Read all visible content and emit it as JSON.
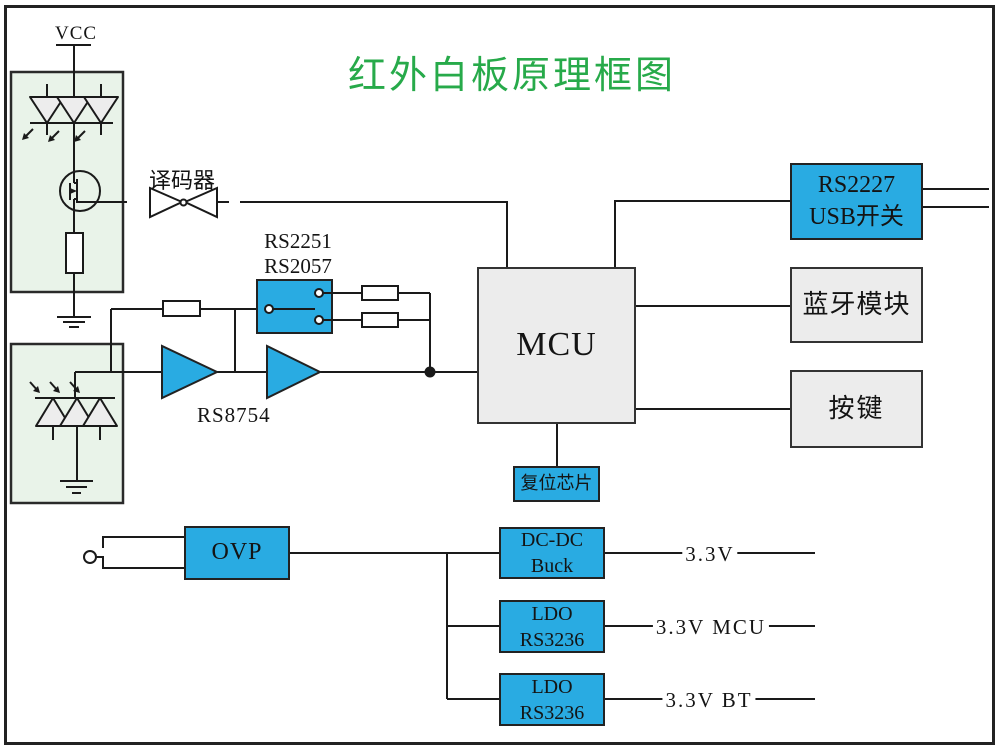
{
  "diagram": {
    "title": "红外白板原理框图",
    "vcc_label": "VCC",
    "decoder_label": "译码器",
    "switch_ic_labels": [
      "RS2251",
      "RS2057"
    ],
    "amp_ic_label": "RS8754",
    "blocks": {
      "mcu": "MCU",
      "usb_switch": [
        "RS2227",
        "USB开关"
      ],
      "bluetooth": "蓝牙模块",
      "keys": "按键",
      "reset": "复位芯片",
      "ovp": "OVP",
      "dcdc": [
        "DC-DC",
        "Buck"
      ],
      "ldo1": [
        "LDO",
        "RS3236"
      ],
      "ldo2": [
        "LDO",
        "RS3236"
      ]
    },
    "rails": [
      "3.3V",
      "3.3V MCU",
      "3.3V BT"
    ]
  },
  "colors": {
    "accent_blue": "#29ABE2",
    "module_gray": "#ECECEC",
    "sensor_panel_green": "#E9F3E9",
    "title_green": "#27AA4A",
    "wire": "#1A1A1A"
  }
}
